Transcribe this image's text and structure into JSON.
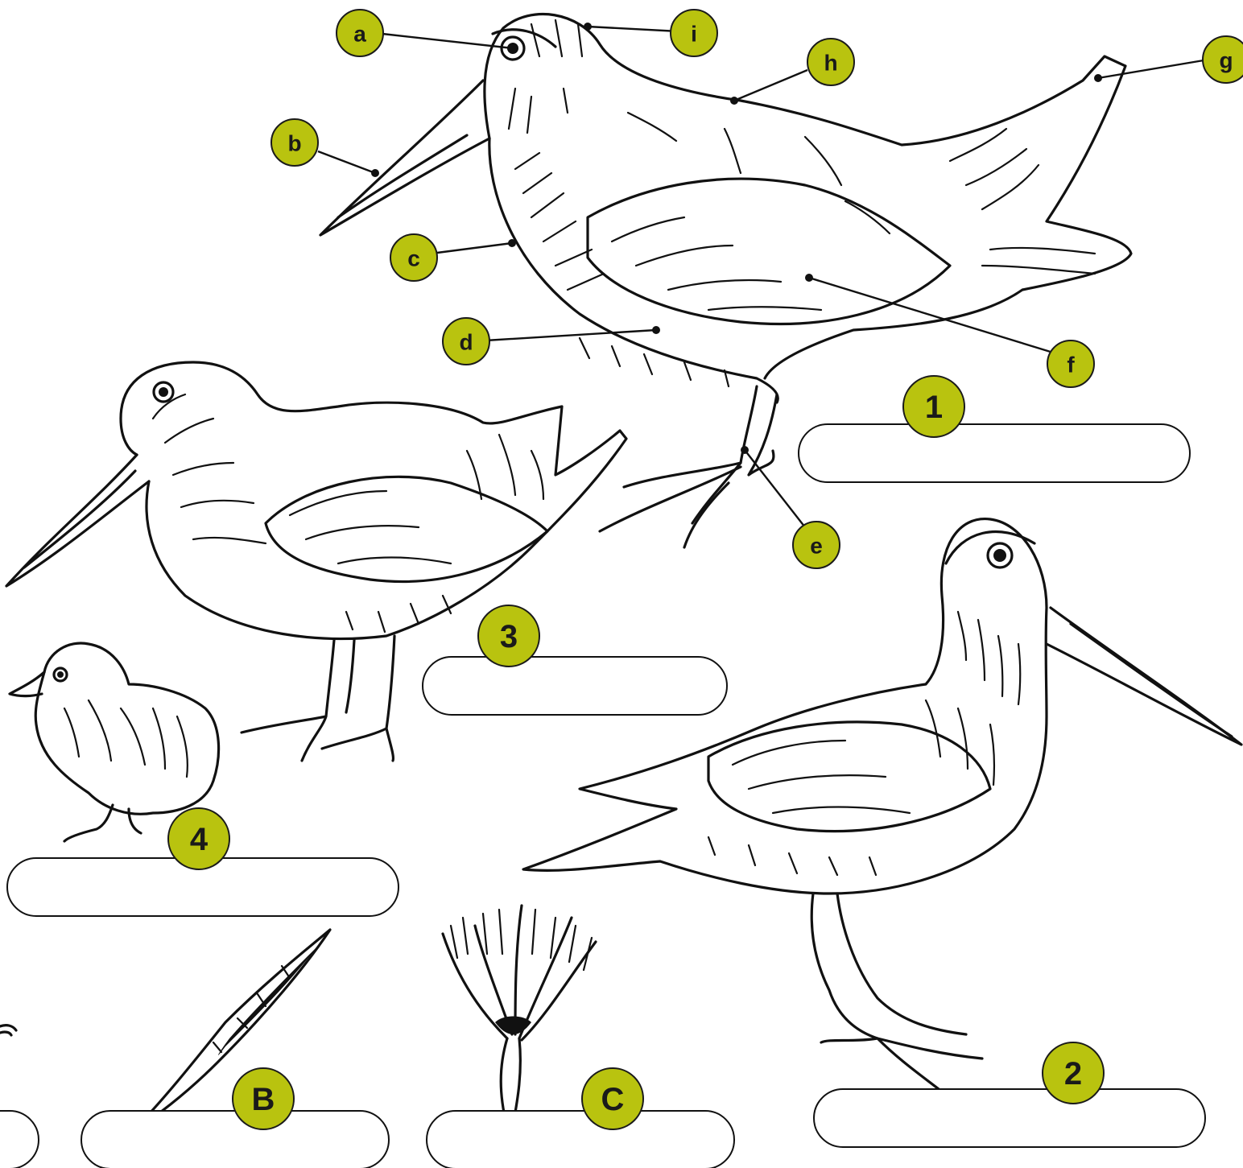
{
  "colors": {
    "accent": "#b9c30f",
    "ink": "#111111",
    "background": "#ffffff"
  },
  "labels": {
    "a": "a",
    "b": "b",
    "c": "c",
    "d": "d",
    "e": "e",
    "f": "f",
    "g": "g",
    "h": "h",
    "i": "i"
  },
  "numbers": {
    "n1": "1",
    "n2": "2",
    "n3": "3",
    "n4": "4"
  },
  "letters": {
    "B": "B",
    "C": "C"
  },
  "answer_boxes": {
    "box1": "",
    "box2": "",
    "box3": "",
    "box4": "",
    "boxA": "",
    "boxB": "",
    "boxC": ""
  }
}
